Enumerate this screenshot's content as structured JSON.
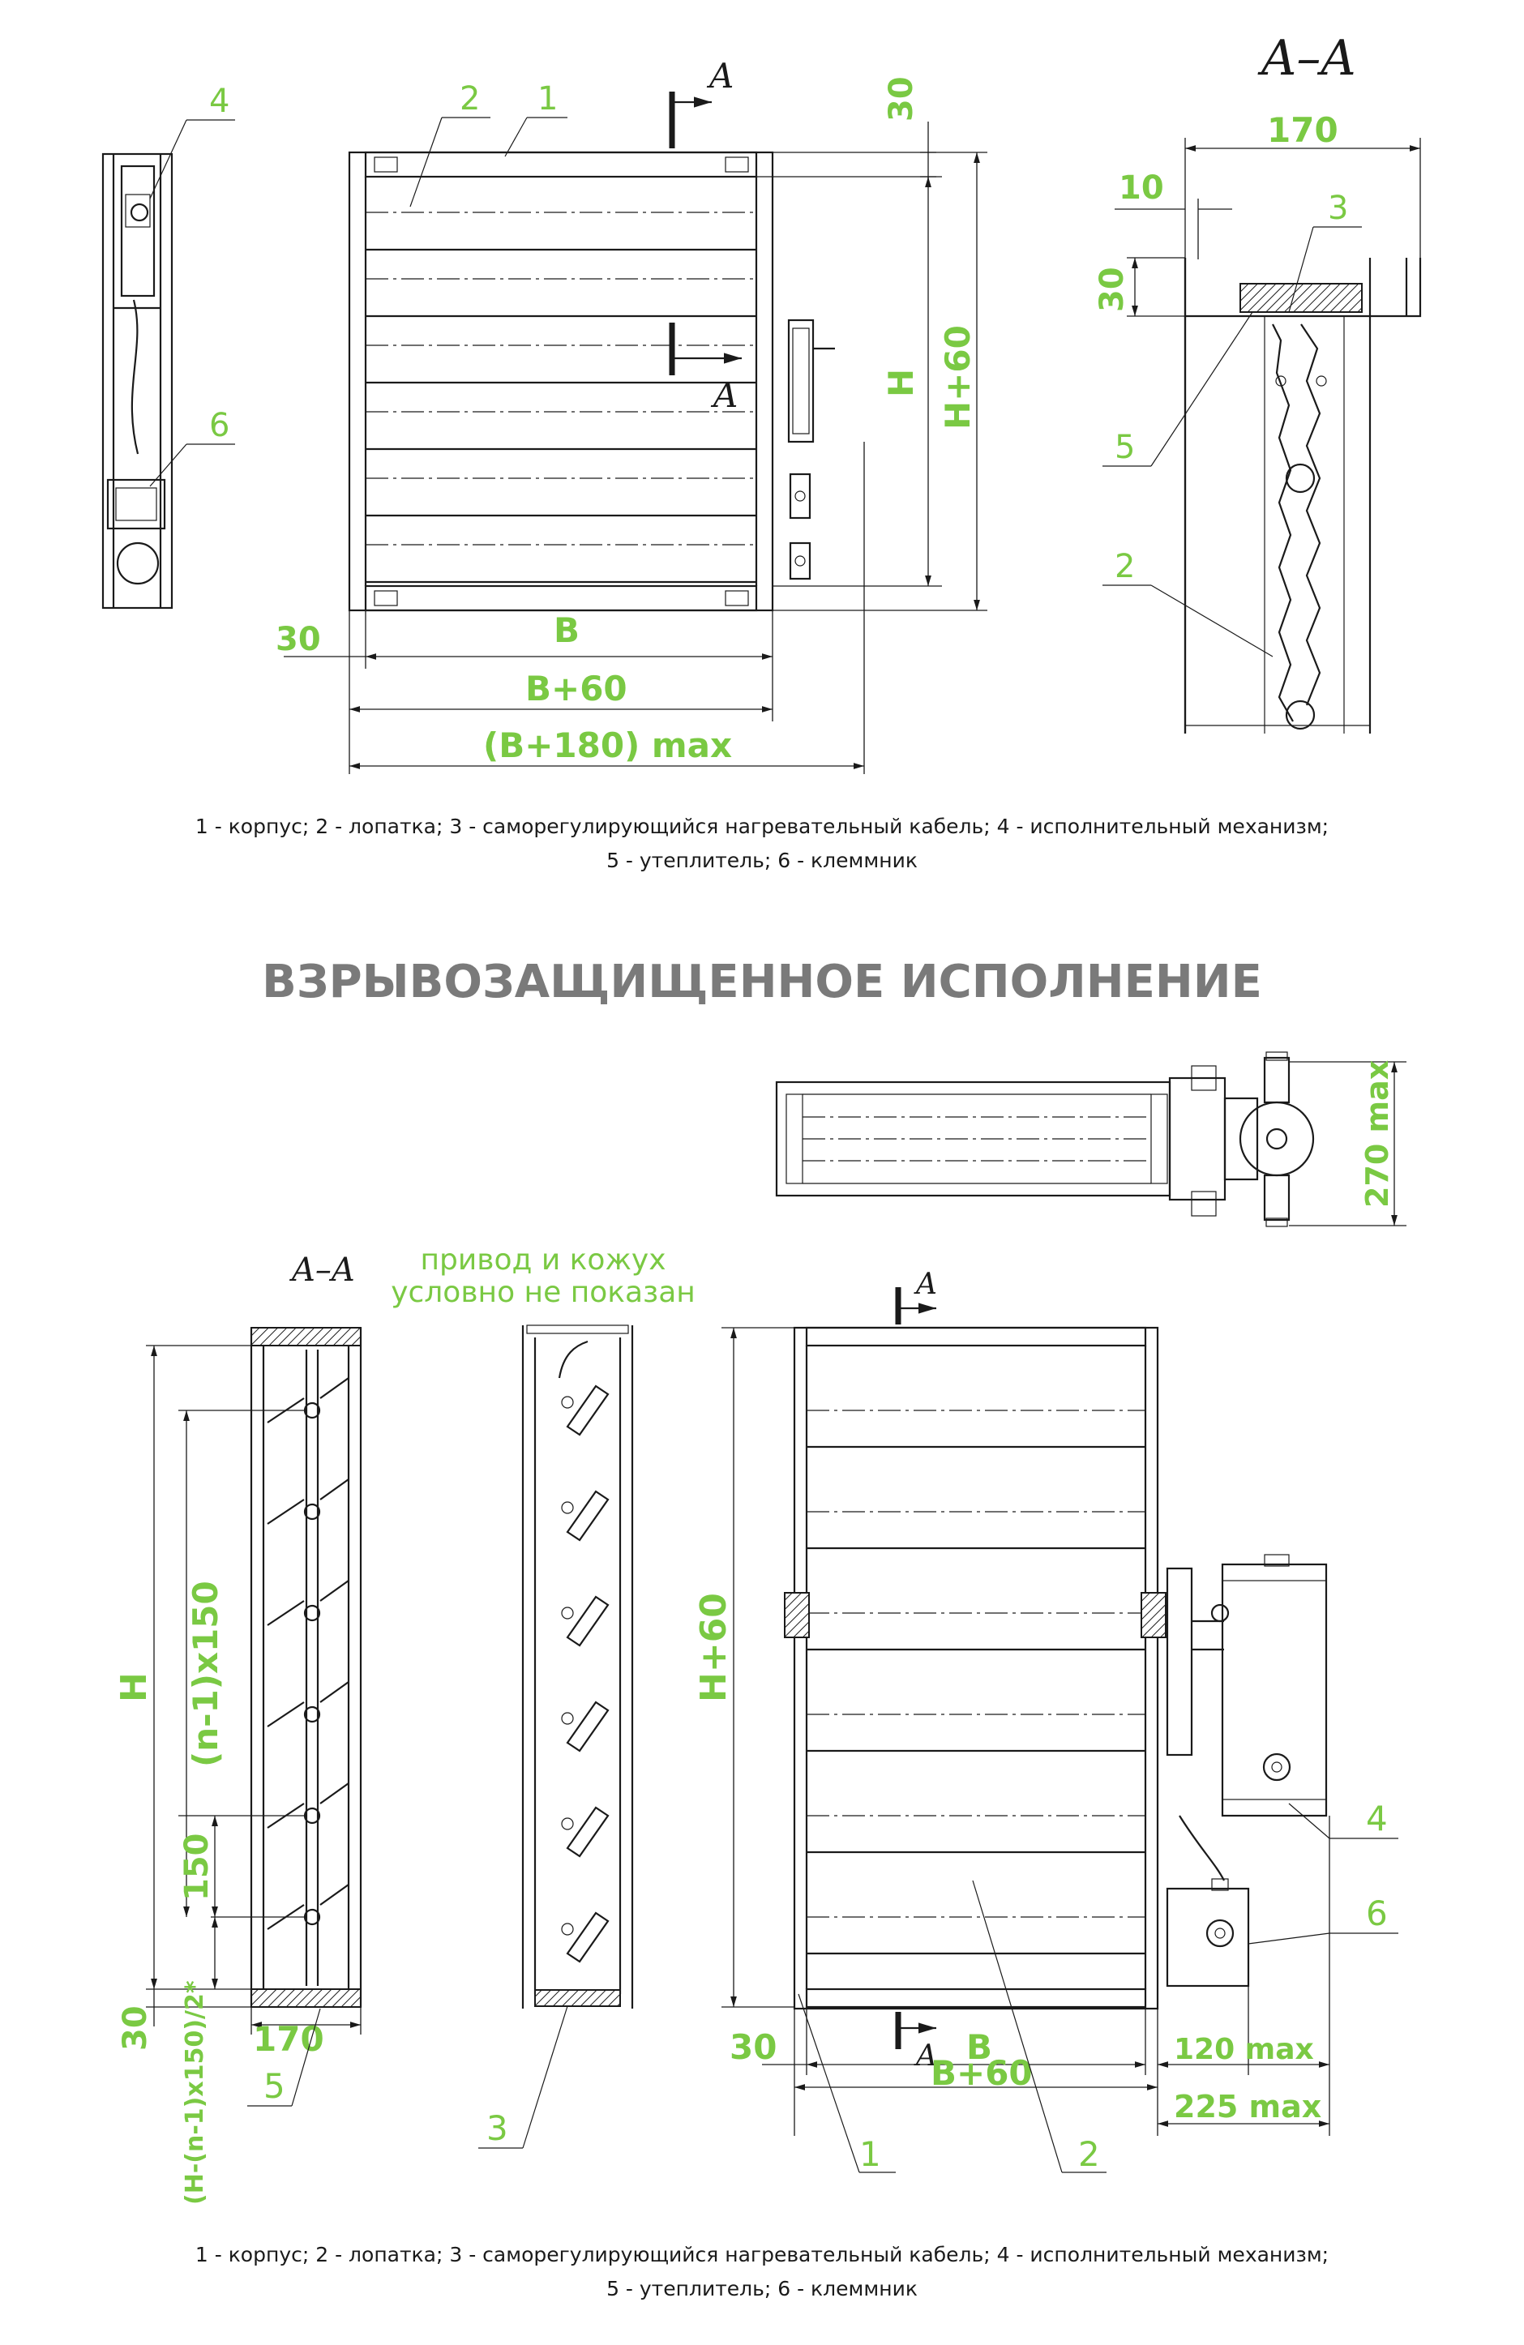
{
  "top_view": {
    "section_label": "A–A",
    "section_marker": "A",
    "callouts": {
      "c1": "1",
      "c2": "2",
      "c3": "3",
      "c4": "4",
      "c5": "5",
      "c6": "6"
    },
    "dims": {
      "d30_top": "30",
      "h": "H",
      "h60": "H+60",
      "d30_left": "30",
      "b": "B",
      "b60": "B+60",
      "b180": "(B+180) max",
      "s170": "170",
      "s10": "10",
      "s30": "30"
    },
    "caption_line1": "1 - корпус; 2 - лопатка; 3 - саморегулирующийся нагревательный кабель; 4 - исполнительный механизм;",
    "caption_line2": "5 - утеплитель; 6 - клеммник"
  },
  "heading": "ВЗРЫВОЗАЩИЩЕННОЕ ИСПОЛНЕНИЕ",
  "bottom_view": {
    "section_label": "A–A",
    "section_marker": "A",
    "note_line1": "привод и кожух",
    "note_line2": "условно не показан",
    "callouts": {
      "c1": "1",
      "c2": "2",
      "c3": "3",
      "c4": "4",
      "c5": "5",
      "c6": "6"
    },
    "dims": {
      "h": "H",
      "n150": "(n-1)x150",
      "d150": "150",
      "d30": "30",
      "s170": "170",
      "hn": "(H-(n-1)x150)/2*",
      "h60": "H+60",
      "d30b": "30",
      "b": "B",
      "b60": "B+60",
      "m120": "120 max",
      "m225": "225 max",
      "m270": "270 max"
    },
    "caption_line1": "1 - корпус; 2 - лопатка; 3 - саморегулирующийся нагревательный кабель; 4 - исполнительный механизм;",
    "caption_line2": "5 - утеплитель; 6 - клеммник"
  },
  "colors": {
    "accent": "#7ac943",
    "heading": "#7a7a7a",
    "line": "#1a1a1a"
  }
}
